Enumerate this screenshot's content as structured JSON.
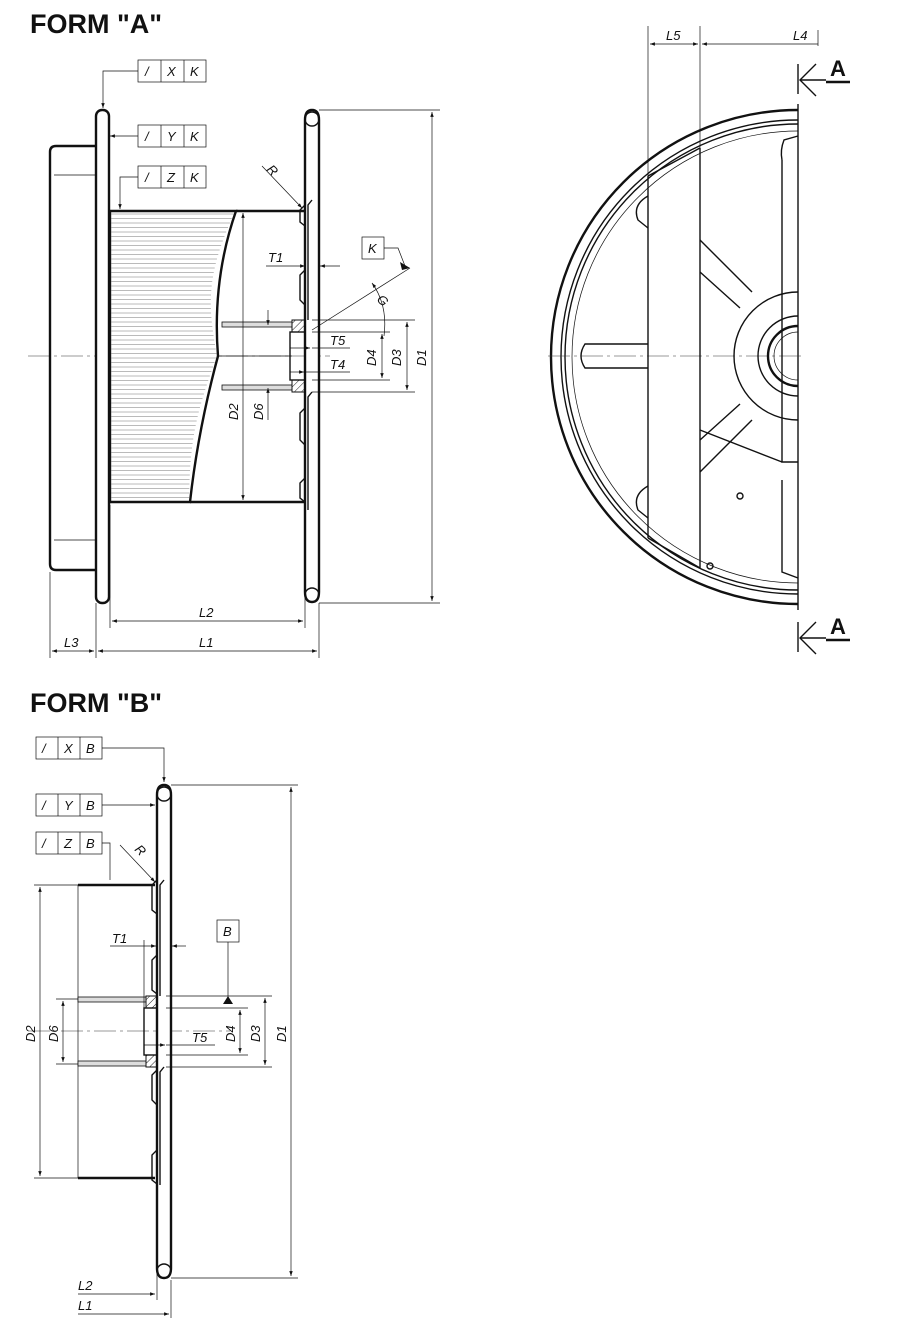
{
  "form_a": {
    "title": "FORM \"A\"",
    "frames": {
      "x": [
        "/",
        "X",
        "K"
      ],
      "y": [
        "/",
        "Y",
        "K"
      ],
      "z": [
        "/",
        "Z",
        "K"
      ]
    },
    "datum": "K",
    "labels": {
      "r": "R",
      "t1": "T1",
      "t5": "T5",
      "t4": "T4",
      "g": "G",
      "d1": "D1",
      "d2": "D2",
      "d3": "D3",
      "d4": "D4",
      "d6": "D6",
      "l1": "L1",
      "l2": "L2",
      "l3": "L3",
      "l4": "L4",
      "l5": "L5"
    },
    "section_mark": "A"
  },
  "form_b": {
    "title": "FORM \"B\"",
    "frames": {
      "x": [
        "/",
        "X",
        "B"
      ],
      "y": [
        "/",
        "Y",
        "B"
      ],
      "z": [
        "/",
        "Z",
        "B"
      ]
    },
    "datum": "B",
    "labels": {
      "r": "R",
      "t1": "T1",
      "t5": "T5",
      "d1": "D1",
      "d2": "D2",
      "d3": "D3",
      "d4": "D4",
      "d6": "D6",
      "l1": "L1",
      "l2": "L2"
    }
  }
}
